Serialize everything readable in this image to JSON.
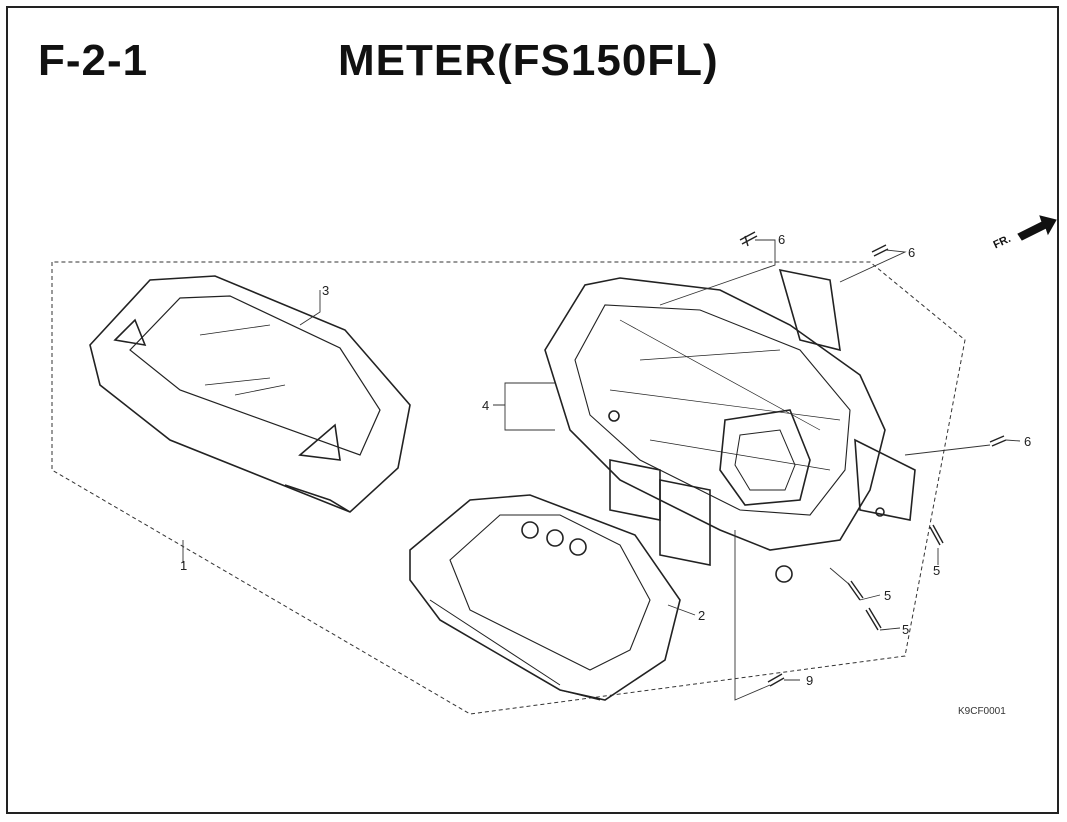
{
  "header": {
    "section_code": "F-2-1",
    "title": "METER(FS150FL)"
  },
  "figure_code": "K9CF0001",
  "direction_marker": "FR.",
  "callouts": {
    "c1": "1",
    "c2": "2",
    "c3": "3",
    "c4": "4",
    "c5a": "5",
    "c5b": "5",
    "c5c": "5",
    "c6a": "6",
    "c6b": "6",
    "c6c": "6",
    "c9": "9"
  }
}
